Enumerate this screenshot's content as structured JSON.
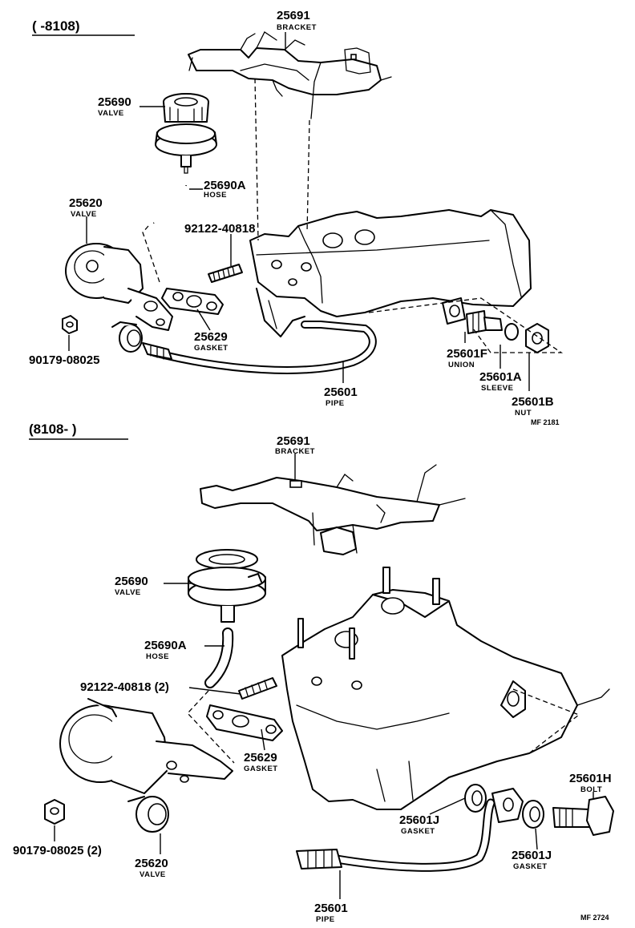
{
  "sections": [
    {
      "header": "(        -8108)",
      "code": "MF 2181",
      "parts": [
        {
          "number": "25691",
          "name": "BRACKET"
        },
        {
          "number": "25690",
          "name": "VALVE"
        },
        {
          "number": "25690A",
          "name": "HOSE"
        },
        {
          "number": "25620",
          "name": "VALVE"
        },
        {
          "number": "92122-40818",
          "name": ""
        },
        {
          "number": "25629",
          "name": "GASKET"
        },
        {
          "number": "90179-08025",
          "name": ""
        },
        {
          "number": "25601F",
          "name": "UNION"
        },
        {
          "number": "25601A",
          "name": "SLEEVE"
        },
        {
          "number": "25601B",
          "name": "NUT"
        },
        {
          "number": "25601",
          "name": "PIPE"
        }
      ]
    },
    {
      "header": "(8108-        )",
      "code": "MF 2724",
      "parts": [
        {
          "number": "25691",
          "name": "BRACKET"
        },
        {
          "number": "25690",
          "name": "VALVE"
        },
        {
          "number": "25690A",
          "name": "HOSE"
        },
        {
          "number": "92122-40818 (2)",
          "name": ""
        },
        {
          "number": "25629",
          "name": "GASKET"
        },
        {
          "number": "90179-08025 (2)",
          "name": ""
        },
        {
          "number": "25620",
          "name": "VALVE"
        },
        {
          "number": "25601H",
          "name": "BOLT"
        },
        {
          "number": "25601J",
          "name": "GASKET"
        },
        {
          "number": "25601J",
          "name": "GASKET"
        },
        {
          "number": "25601",
          "name": "PIPE"
        }
      ]
    }
  ]
}
